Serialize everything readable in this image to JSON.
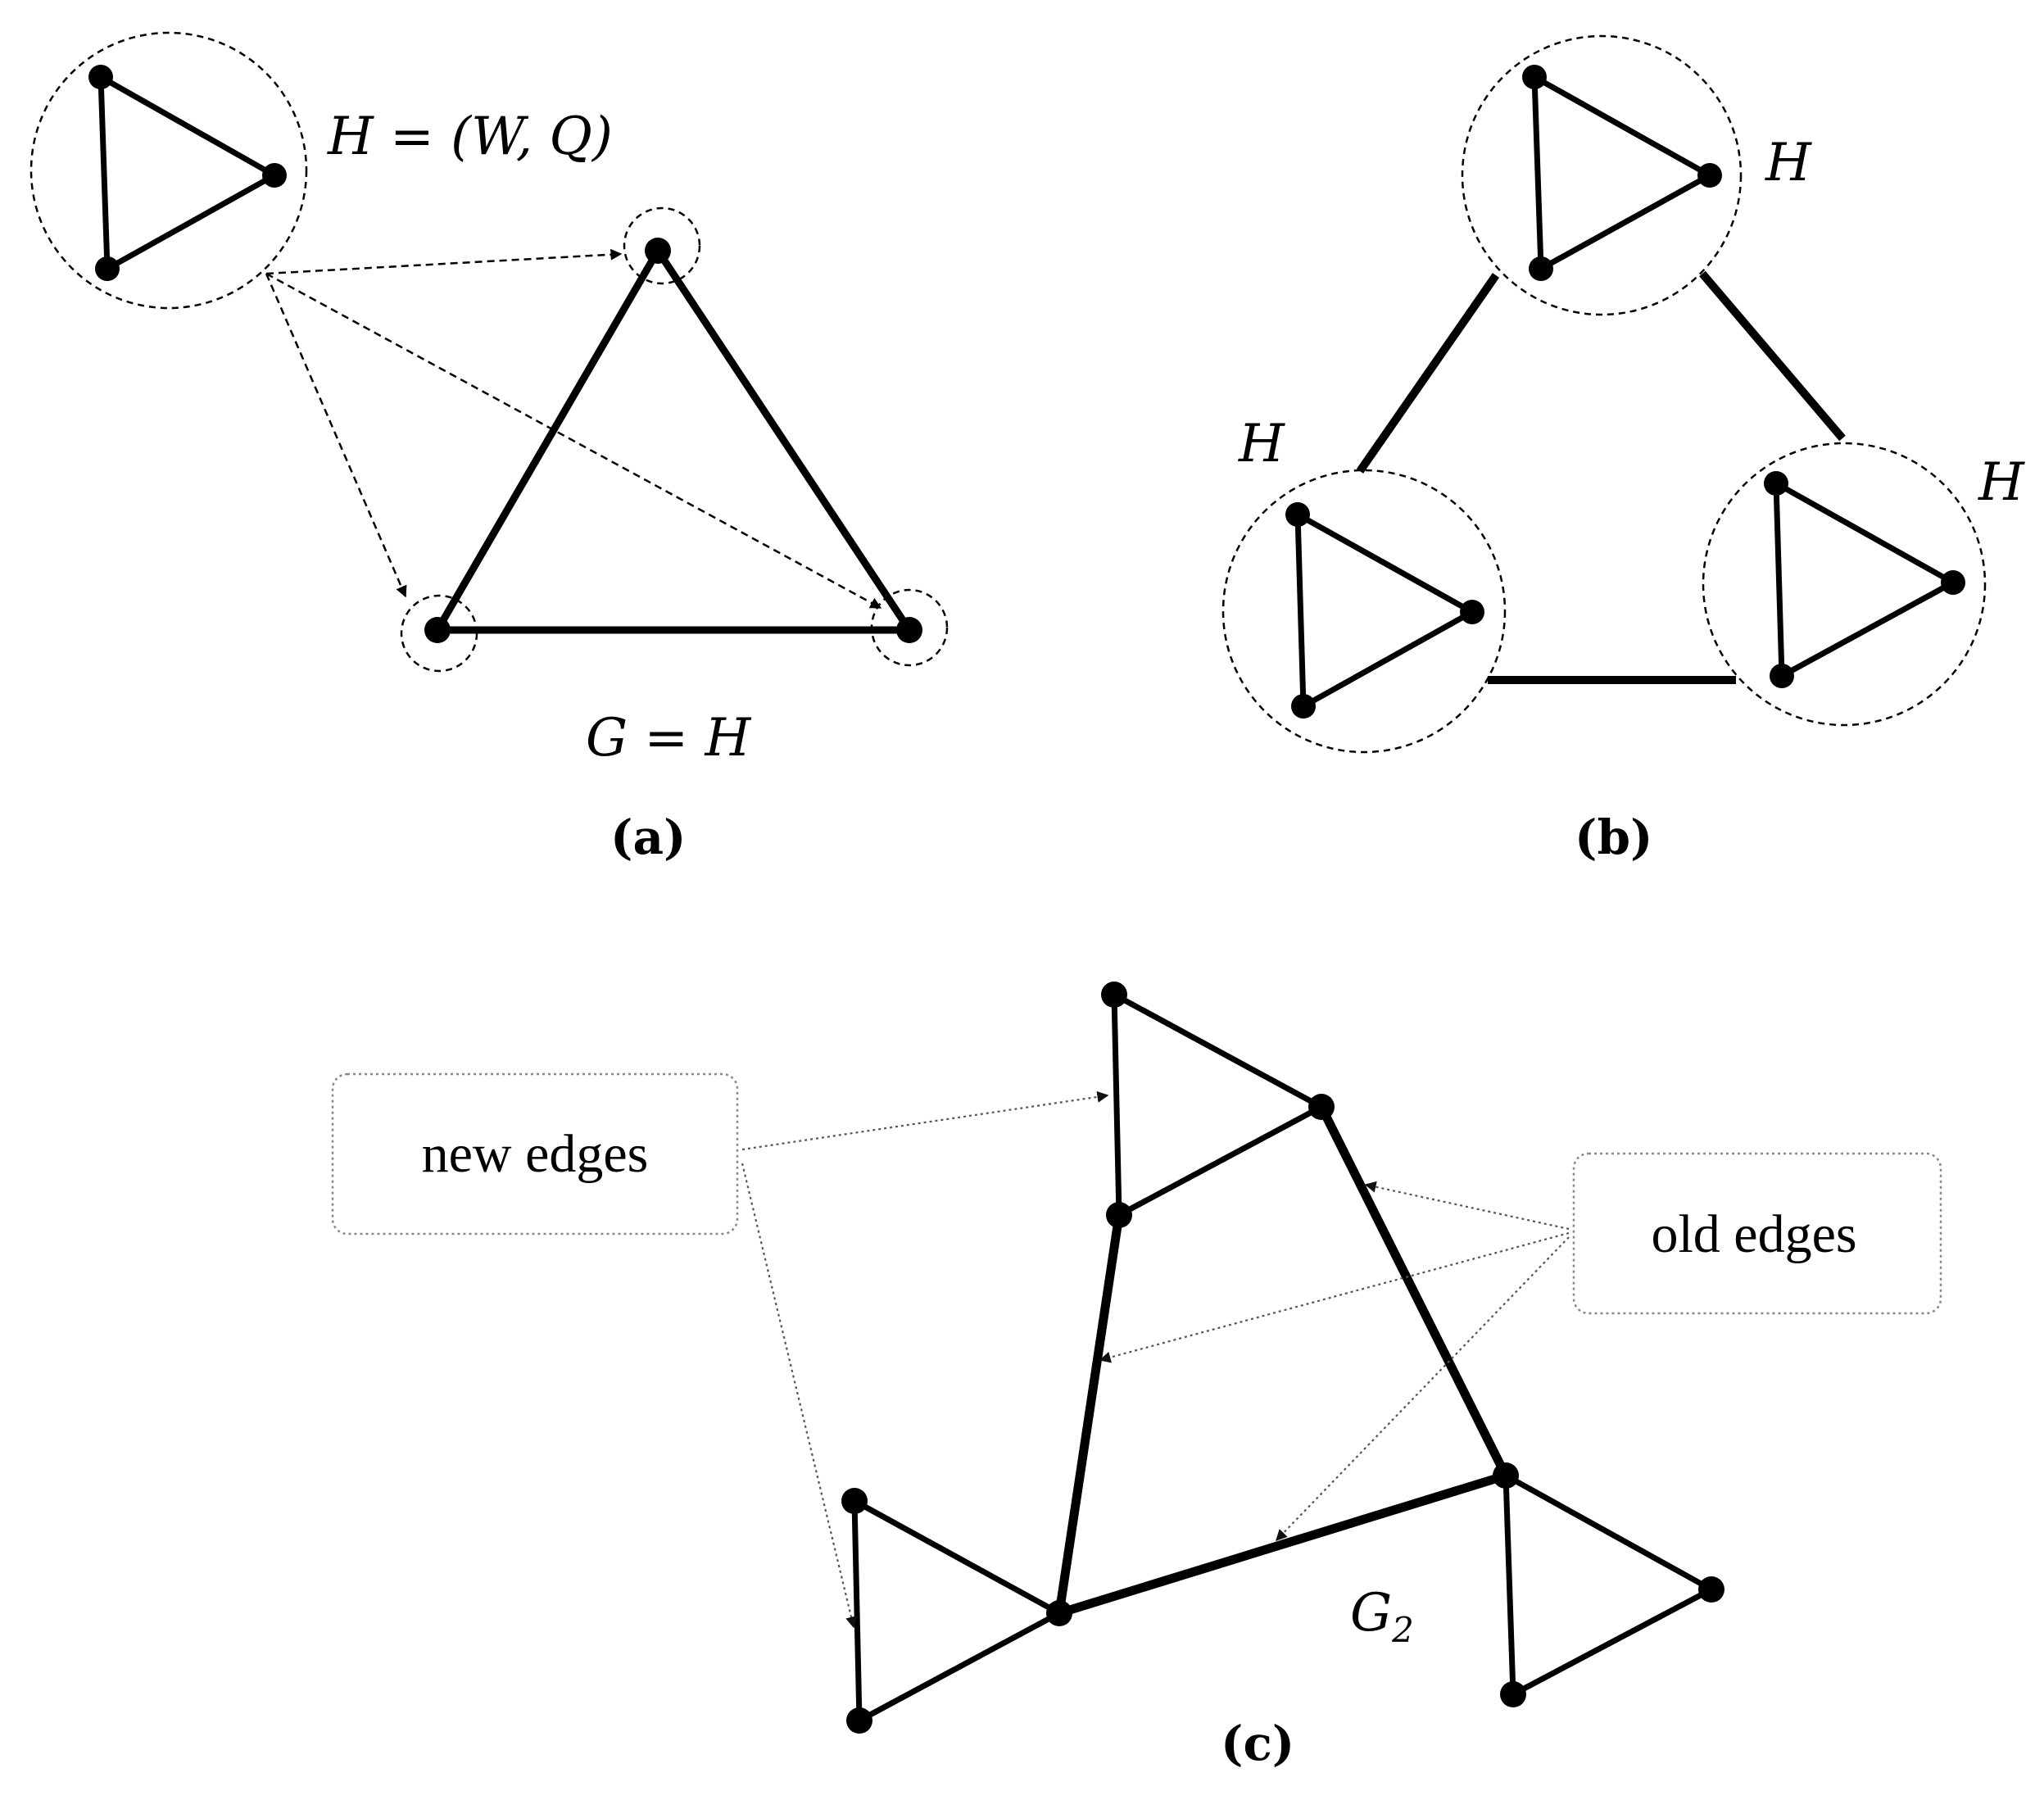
{
  "panel_a": {
    "label_h": "H = (W, Q)",
    "label_g": "G = H",
    "caption": "(a)"
  },
  "panel_b": {
    "label_h_top": "H",
    "label_h_left": "H",
    "label_h_right": "H",
    "caption": "(b)"
  },
  "panel_c": {
    "label_g2_main": "G",
    "label_g2_sub": "2",
    "box_new": "new edges",
    "box_old": "old edges",
    "caption": "(c)"
  },
  "colors": {
    "stroke": "#000000",
    "pointer": "#555555",
    "box_border": "#888888"
  }
}
